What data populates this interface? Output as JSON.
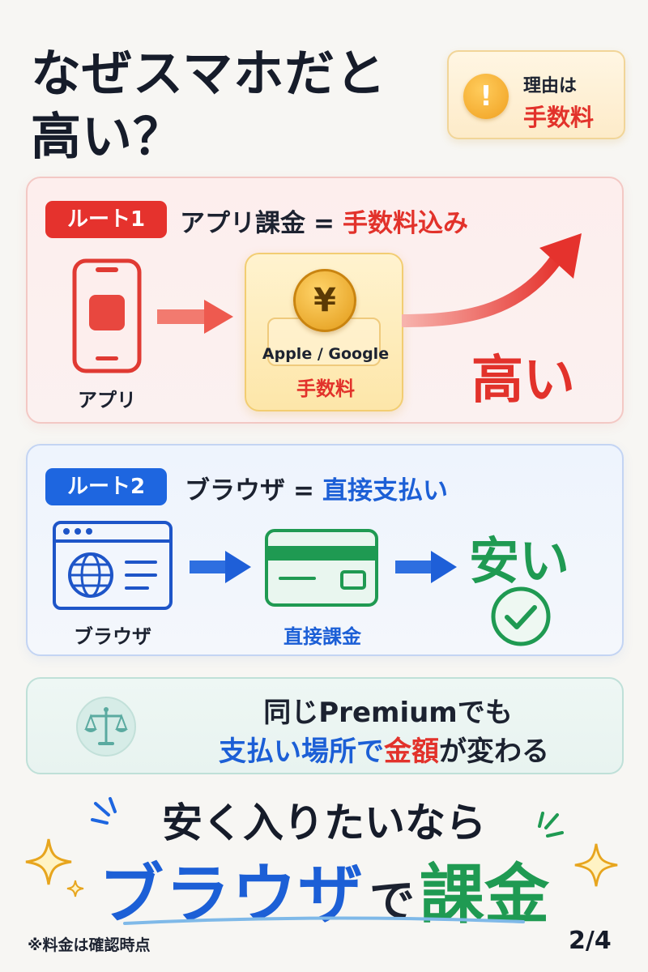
{
  "header": {
    "title_line1": "なぜスマホだと",
    "title_line2": "高い？",
    "reason_icon": "exclamation-icon",
    "reason_icon_glyph": "!",
    "reason_top": "理由は",
    "reason_bottom": "手数料"
  },
  "route1": {
    "tag": "ルート1",
    "heading_left": "アプリ課金",
    "heading_eq": "=",
    "heading_right": "手数料込み",
    "app_label": "アプリ",
    "fee_icon_glyph": "¥",
    "fee_brand": "Apple / Google",
    "fee_label": "手数料",
    "result": "高い",
    "colors": {
      "accent": "#e5322d"
    }
  },
  "route2": {
    "tag": "ルート2",
    "heading_left": "ブラウザ",
    "heading_eq": "=",
    "heading_right": "直接支払い",
    "browser_label": "ブラウザ",
    "card_label": "直接課金",
    "result": "安い",
    "colors": {
      "accent": "#1e66e0",
      "success": "#1f9a52"
    }
  },
  "note": {
    "icon": "balance-scale-icon",
    "line1": "同じPremiumでも",
    "line2_part1": "支払い場所で",
    "line2_part2": "金額",
    "line2_part3": "が変わる"
  },
  "cta": {
    "line1": "安く入りたいなら",
    "line2_part1": "ブラウザ",
    "line2_part2": "で",
    "line2_part3": "課金"
  },
  "footer": {
    "note": "※料金は確認時点",
    "page": "2/4"
  }
}
